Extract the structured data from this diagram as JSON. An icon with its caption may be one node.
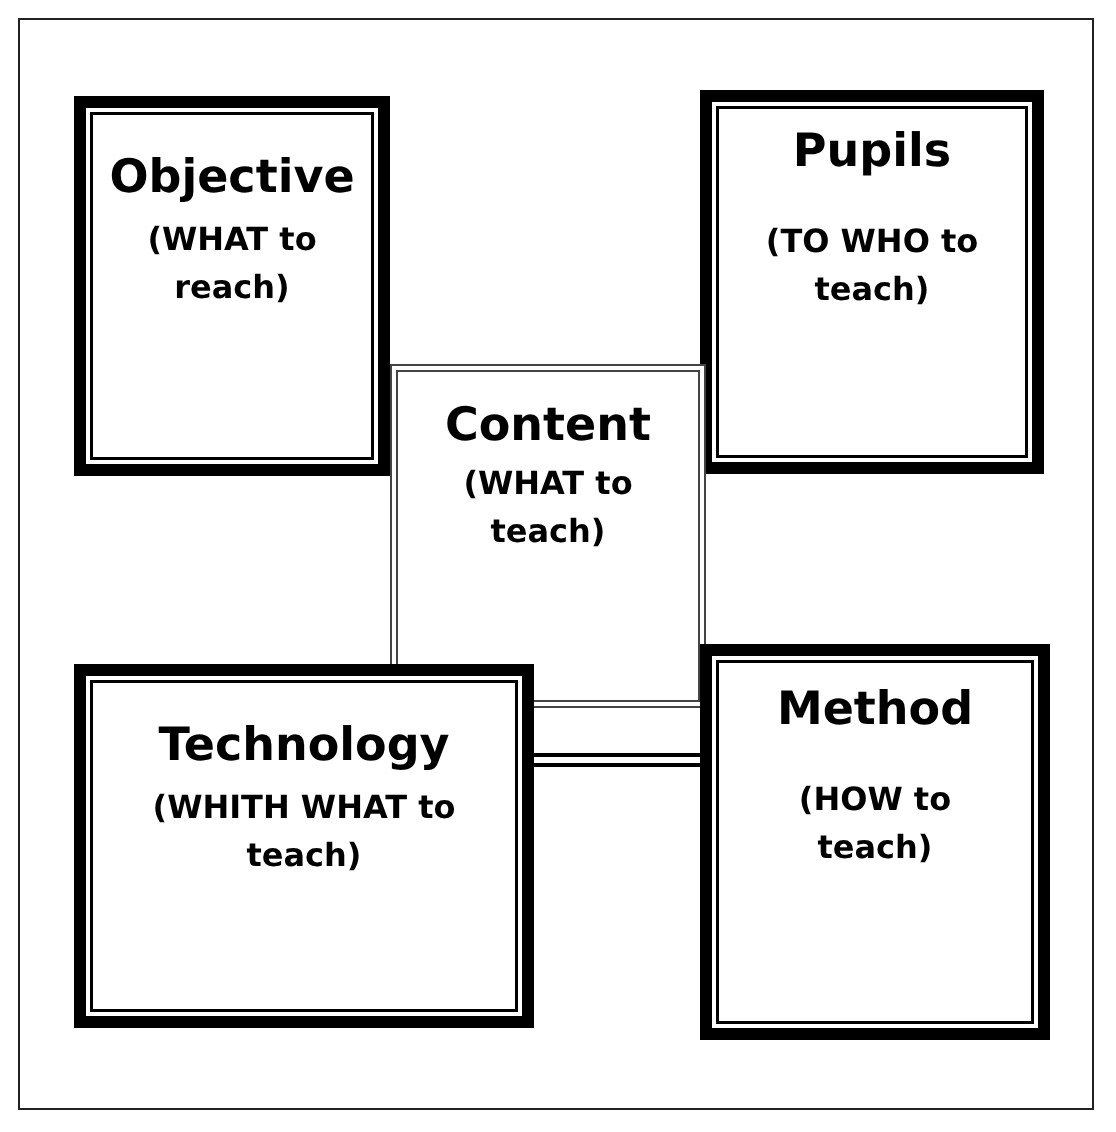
{
  "diagram": {
    "nodes": [
      {
        "text": [
          "Objective",
          "(WHAT to reach)"
        ]
      },
      {
        "text": [
          "Pupils",
          "(TO WHO to teach)"
        ]
      },
      {
        "text": [
          "Content",
          "(WHAT to teach)"
        ]
      },
      {
        "text": [
          "Technology",
          "(WHITH WHAT to teach)"
        ]
      },
      {
        "text": [
          "Method",
          "(HOW to teach)"
        ]
      }
    ],
    "edges": [
      {
        "from": 3,
        "to": 4,
        "arrow": "none"
      }
    ]
  }
}
